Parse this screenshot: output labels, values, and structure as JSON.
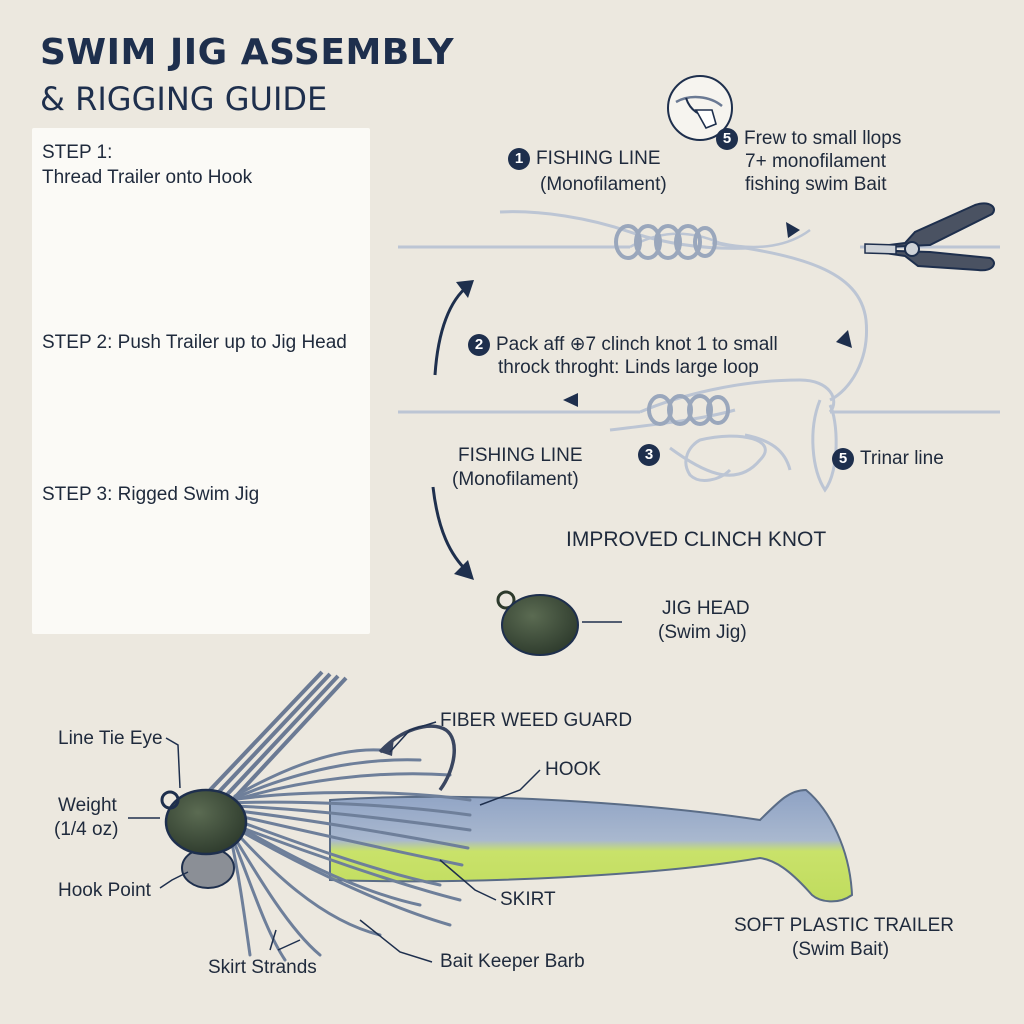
{
  "header": {
    "title_line1": "SWIM JIG ASSEMBLY",
    "title_line2": "& RIGGING GUIDE"
  },
  "steps": [
    {
      "label_line1": "STEP 1:",
      "label_line2": "Thread Trailer onto Hook"
    },
    {
      "label": "STEP 2: Push Trailer up to Jig Head"
    },
    {
      "label": "STEP 3: Rigged Swim Jig"
    }
  ],
  "knot": {
    "callout_1": {
      "number": "1",
      "line1": "FISHING LINE",
      "line2": "(Monofilament)"
    },
    "callout_5_top": {
      "number": "5",
      "line1": "Frew to small llops",
      "line2": "7+ monofilament",
      "line3": "fishing swim Bait"
    },
    "callout_2": {
      "number": "2",
      "line1": "Pack aff ⊕7 clinch knot 1 to small",
      "line2": "throck throght: Linds large loop"
    },
    "callout_3": {
      "number": "3"
    },
    "callout_5_right": {
      "number": "5",
      "text": "Trinar line"
    },
    "fishing_line_label": {
      "line1": "FISHING LINE",
      "line2": "(Monofilament)"
    },
    "knot_name": "IMPROVED CLINCH KNOT",
    "jig_head": {
      "line1": "JIG HEAD",
      "line2": "(Swim Jig)"
    }
  },
  "anatomy": {
    "line_tie_eye": "Line Tie Eye",
    "weight_line1": "Weight",
    "weight_line2": "(1/4 oz)",
    "hook_point": "Hook Point",
    "skirt_strands": "Skirt Strands",
    "fiber_weed_guard": "FIBER WEED GUARD",
    "hook": "HOOK",
    "skirt": "SKIRT",
    "bait_keeper_barb": "Bait Keeper Barb",
    "trailer_line1": "SOFT PLASTIC TRAILER",
    "trailer_line2": "(Swim Bait)"
  },
  "colors": {
    "background": "#ece8df",
    "navy": "#1e2f4d",
    "skirt": "#5a6c86",
    "trailer_green": "#c9e26a",
    "trailer_blue": "#8ea2c4",
    "jig_head": "#3a4a3a",
    "line": "#b9c3d3"
  }
}
